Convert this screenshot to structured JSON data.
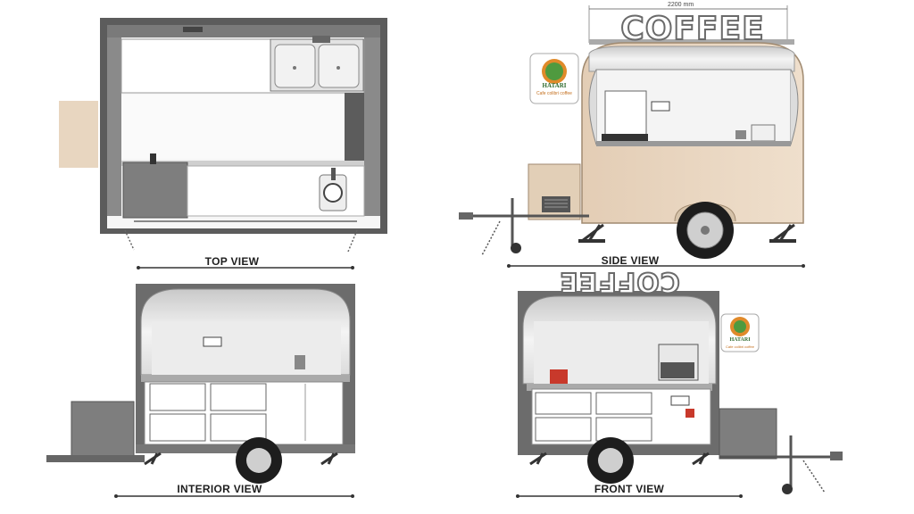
{
  "views": {
    "top": {
      "label": "TOP VIEW"
    },
    "side": {
      "label": "SIDE VIEW"
    },
    "interior": {
      "label": "INTERIOR VIEW"
    },
    "front": {
      "label": "FRONT VIEW"
    }
  },
  "sign": {
    "text": "COFFEE"
  },
  "dimension": {
    "length": "2200 mm"
  },
  "logo": {
    "brand": "HATARI",
    "tagline": "Cafe colibri coffee"
  },
  "colors": {
    "cream": "#ead8c3",
    "panel": "#9a9a9a",
    "dark": "#5a5a5a",
    "frame": "#6b6b6b",
    "steel": "#d9d9d9",
    "logo_green": "#3a8a3a",
    "logo_orange": "#e08a2a"
  }
}
